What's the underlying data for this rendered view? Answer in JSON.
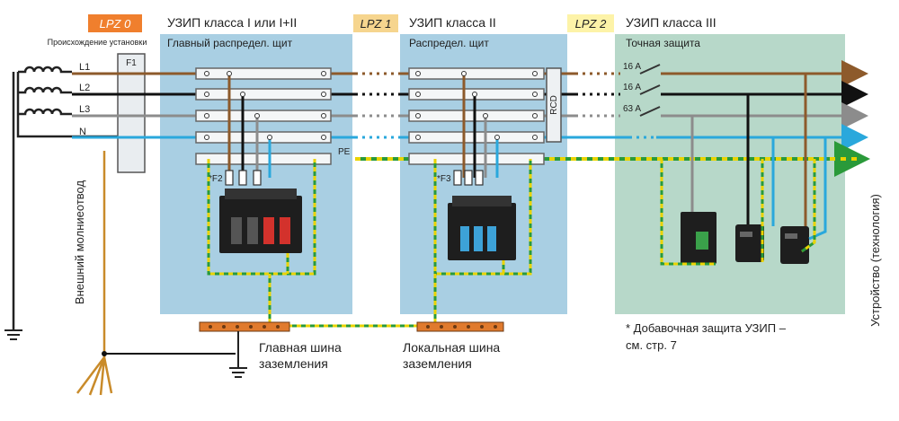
{
  "zones": {
    "lpz0": {
      "tag": "LPZ 0",
      "subtitle": "Происхождение установки"
    },
    "lpz1": {
      "tag": "LPZ 1"
    },
    "lpz2": {
      "tag": "LPZ 2"
    },
    "zone1": {
      "title": "УЗИП класса I или I+II",
      "panel": "Главный распредел. щит"
    },
    "zone2": {
      "title": "УЗИП класса II",
      "panel": "Распредел. щит"
    },
    "zone3": {
      "title": "УЗИП класса III",
      "panel": "Точная защита"
    }
  },
  "conductors": {
    "l1": "L1",
    "l2": "L2",
    "l3": "L3",
    "n": "N",
    "pe": "PE"
  },
  "labels": {
    "f1": "F1",
    "f2": "*F2",
    "f3": "*F3",
    "rcd": "RCD",
    "breaker1": "16 A",
    "breaker2": "16 A",
    "breaker3": "63 A",
    "lightning": "Внешний молниеотвод",
    "device": "Устройство (технология)",
    "main_bus_1": "Главная шина",
    "main_bus_2": "заземления",
    "local_bus_1": "Локальная шина",
    "local_bus_2": "заземления",
    "note_1": "* Добавочная защита УЗИП –",
    "note_2": "см. стр. 7"
  },
  "colors": {
    "zone_bg": "#a9cfe3",
    "zone3_bg": "#b7d8c9",
    "lpz0_tag": "#f07f2d",
    "lpz_tag_pale": "#f6d58e",
    "lpz2_tag": "#fdf3a8",
    "l1": "#8d5a2b",
    "l2": "#111111",
    "l3": "#8c8c8c",
    "n": "#2aa8dc",
    "pe_yellow": "#e9d300",
    "pe_green": "#2a9a3a",
    "ground": "#c98b2a",
    "bus": "#e07a2d"
  }
}
